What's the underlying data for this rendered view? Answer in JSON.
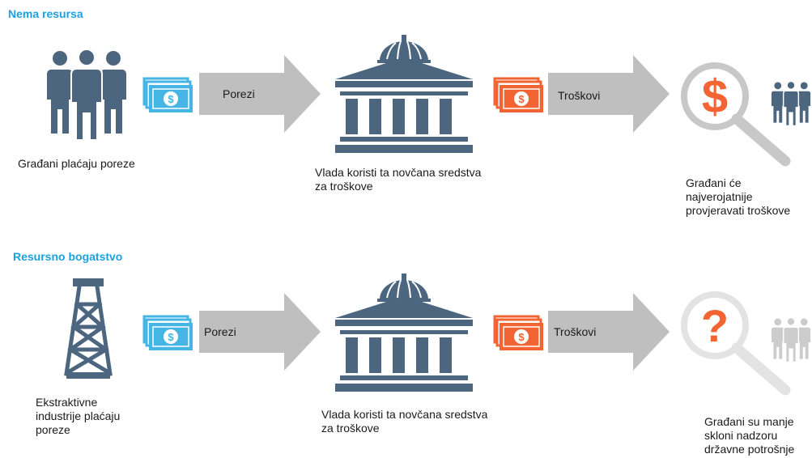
{
  "rows": [
    {
      "title": "Nema resursa",
      "source_caption": [
        "Građani plaćaju poreze"
      ],
      "arrow1_label": "Porezi",
      "government_caption": [
        "Vlada koristi ta novčana sredstva",
        "za troškove"
      ],
      "arrow2_label": "Troškovi",
      "result_caption": [
        "Građani će",
        "najverojatnije",
        "provjeravati troškove"
      ],
      "result_icon": "magnifier-dollar-icon"
    },
    {
      "title": "Resursno bogatstvo",
      "source_caption": [
        "Ekstraktivne",
        "industrije plaćaju",
        "poreze"
      ],
      "arrow1_label": "Porezi",
      "government_caption": [
        "Vlada koristi ta novčana sredstva",
        "za troškove"
      ],
      "arrow2_label": "Troškovi",
      "result_caption": [
        "Građani su manje",
        "skloni nadzoru",
        "državne potrošnje"
      ],
      "result_icon": "magnifier-question-icon"
    }
  ],
  "colors": {
    "title": "#1ba1e2",
    "people": "#4d6680",
    "building": "#4d6680",
    "arrow": "#bfbfbf",
    "money_tax": "#45b5e4",
    "money_spend": "#f26532",
    "magnifier_active": "#f26532",
    "faded": "#cccccc"
  }
}
